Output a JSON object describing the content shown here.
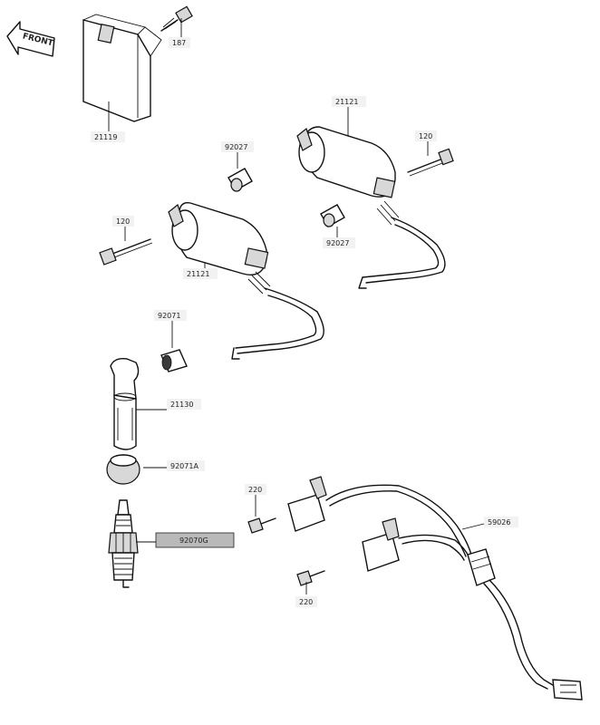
{
  "direction_marker": {
    "text": "FRONT"
  },
  "parts": [
    {
      "key": "ignitor_unit",
      "number": "21119"
    },
    {
      "key": "ignitor_bolt",
      "number": "187"
    },
    {
      "key": "coil_rear",
      "number": "21121"
    },
    {
      "key": "coil_rear_bolt",
      "number": "120"
    },
    {
      "key": "coil_rear_spacer",
      "number": "92027"
    },
    {
      "key": "coil_front",
      "number": "21121"
    },
    {
      "key": "coil_front_bolt",
      "number": "120"
    },
    {
      "key": "coil_front_spacer",
      "number": "92027"
    },
    {
      "key": "cap_cover",
      "number": "92071"
    },
    {
      "key": "plug_cap",
      "number": "21130"
    },
    {
      "key": "seal_ring",
      "number": "92071A"
    },
    {
      "key": "spark_plug",
      "number": "92070G"
    },
    {
      "key": "bracket_bolt_upper",
      "number": "220"
    },
    {
      "key": "bracket_bolt_lower",
      "number": "220"
    },
    {
      "key": "wiring_harness",
      "number": "59026"
    }
  ]
}
